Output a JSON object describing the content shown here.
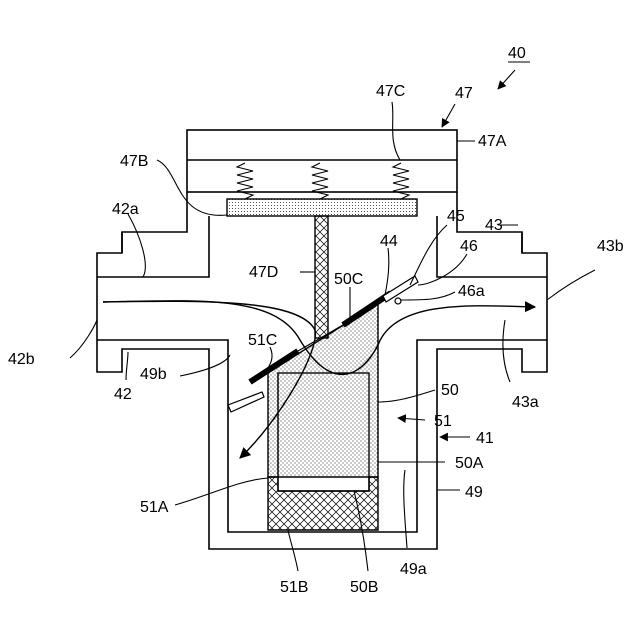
{
  "figure": {
    "labels": {
      "n40": "40",
      "n47": "47",
      "n47C": "47C",
      "n47A": "47A",
      "n47B": "47B",
      "n42a": "42a",
      "n45": "45",
      "n43": "43",
      "n44": "44",
      "n46": "46",
      "n43b": "43b",
      "n47D": "47D",
      "n50C": "50C",
      "n46a": "46a",
      "n51C": "51C",
      "n42b": "42b",
      "n49b": "49b",
      "n42": "42",
      "n50": "50",
      "n43a": "43a",
      "n51": "51",
      "n41": "41",
      "n50A": "50A",
      "n49": "49",
      "n51A": "51A",
      "n49a": "49a",
      "n51B": "51B",
      "n50B": "50B"
    }
  }
}
